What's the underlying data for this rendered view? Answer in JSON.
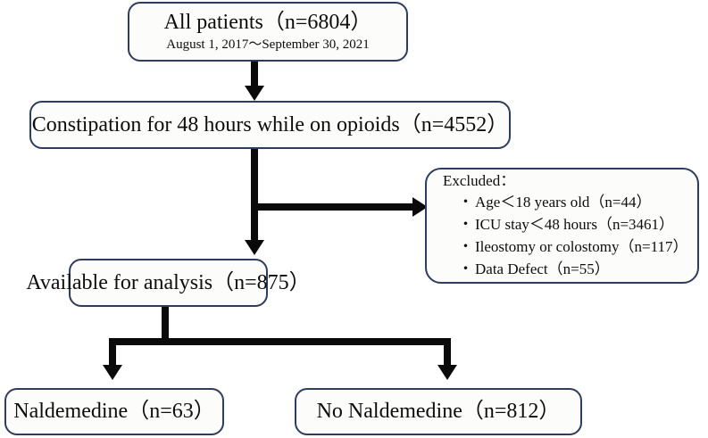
{
  "diagram": {
    "type": "flowchart",
    "title": "Patient selection flow diagram",
    "accent_border_color": "#2e3c5d",
    "connector_color": "#0a0a0a",
    "box_fill_color": "#fcfcfa"
  },
  "nodes": {
    "all_patients": {
      "title": "All patients（n=6804）",
      "subtitle": "August 1, 2017～September 30, 2021",
      "count": 6804
    },
    "constipation": {
      "title": "Constipation for 48 hours while on opioids（n=4552）",
      "count": 4552
    },
    "excluded": {
      "heading": "Excluded：",
      "items": [
        {
          "bullet": "・",
          "label": "Age＜18 years old（n=44）",
          "count": 44
        },
        {
          "bullet": "・",
          "label": "ICU stay＜48 hours（n=3461）",
          "count": 3461
        },
        {
          "bullet": "・",
          "label": "Ileostomy or colostomy（n=117）",
          "count": 117
        },
        {
          "bullet": "・",
          "label": "Data Defect（n=55）",
          "count": 55
        }
      ]
    },
    "available": {
      "title": "Available for analysis（n=875）",
      "count": 875
    },
    "naldemedine": {
      "title": "Naldemedine（n=63）",
      "count": 63
    },
    "no_naldemedine": {
      "title": "No Naldemedine（n=812）",
      "count": 812
    }
  },
  "connectors": [
    {
      "name": "all-patients-to-constipation",
      "kind": "arrow-down"
    },
    {
      "name": "constipation-to-excluded",
      "kind": "arrow-right"
    },
    {
      "name": "constipation-to-available",
      "kind": "arrow-down"
    },
    {
      "name": "available-split-to-naldemedine",
      "kind": "arrow-down"
    },
    {
      "name": "available-split-to-no-naldemedine",
      "kind": "arrow-down"
    }
  ]
}
